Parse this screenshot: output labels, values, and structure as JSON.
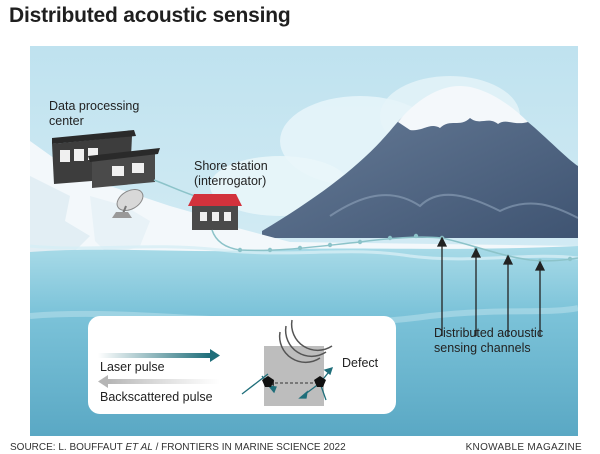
{
  "title": "Distributed acoustic sensing",
  "labels": {
    "data_center_line1": "Data processing",
    "data_center_line2": "center",
    "shore_line1": "Shore station",
    "shore_line2": "(interrogator)",
    "channels_line1": "Distributed acoustic",
    "channels_line2": "sensing channels",
    "defect": "Defect"
  },
  "inset": {
    "laser_pulse": "Laser pulse",
    "backscattered_pulse": "Backscattered pulse"
  },
  "footer": {
    "source_prefix": "SOURCE: L. BOUFFAUT ",
    "source_italic": "ET AL",
    "source_suffix": " / FRONTIERS IN MARINE SCIENCE 2022",
    "brand": "KNOWABLE MAGAZINE"
  },
  "colors": {
    "sky": "#cfe9f3",
    "sea": "#7fc4da",
    "mountain": "#5a6f8a",
    "roof_red": "#d2323c",
    "cable": "#8cc3c9",
    "arrow_teal": "#1f6e7a"
  }
}
